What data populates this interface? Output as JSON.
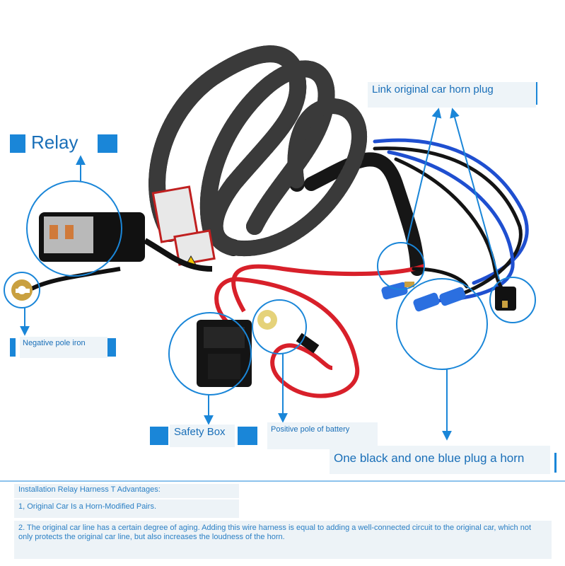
{
  "labels": {
    "relay": "Relay",
    "link_horn": "Link original car horn plug",
    "negative": "Negative pole iron",
    "safety_box": "Safety Box",
    "positive": "Positive pole of battery",
    "plug_horn": "One black and one blue plug a horn"
  },
  "notes": {
    "heading": "Installation Relay Harness T Advantages:",
    "item1": "1, Original Car Is a Horn-Modified Pairs.",
    "item2": "2. The original car line has a certain degree of aging. Adding this wire harness is equal to adding a well-connected circuit to the original car, which not only protects the original car line, but also increases the loudness of the horn."
  },
  "colors": {
    "accent": "#1a86d8",
    "label_text": "#1a6fb8",
    "label_bg": "#eef4f8",
    "wire_black": "#141414",
    "wire_red": "#d8202a",
    "wire_blue": "#1f4fd0",
    "brass": "#c9a040"
  }
}
